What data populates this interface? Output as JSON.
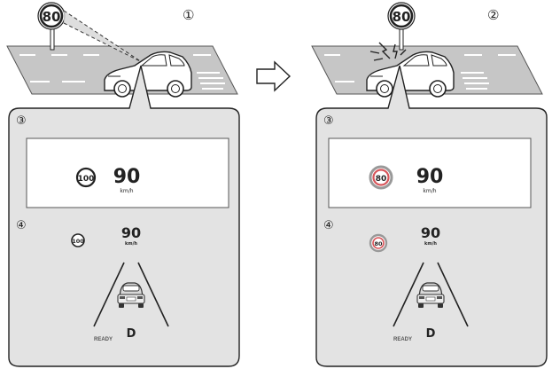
{
  "scenes": [
    {
      "step_label": "①",
      "roadside_sign_value": "80",
      "head_up_display": {
        "section_label": "③",
        "sign_value": "100",
        "speed": "90",
        "unit": "km/h"
      },
      "meter_display": {
        "section_label": "④",
        "sign_value": "100",
        "speed": "90",
        "unit": "km/h",
        "status": "READY",
        "gear": "D"
      }
    },
    {
      "step_label": "②",
      "roadside_sign_value": "80",
      "head_up_display": {
        "section_label": "③",
        "sign_value": "80",
        "speed": "90",
        "unit": "km/h"
      },
      "meter_display": {
        "section_label": "④",
        "sign_value": "80",
        "speed": "90",
        "unit": "km/h",
        "status": "READY",
        "gear": "D"
      }
    }
  ],
  "colors": {
    "road": "#c6c6c6",
    "panel": "#e3e3e3",
    "sign_red": "#d8555a",
    "sign_gray": "#999999",
    "ink": "#222222"
  },
  "icons": {
    "transition": "arrow-right-icon"
  }
}
